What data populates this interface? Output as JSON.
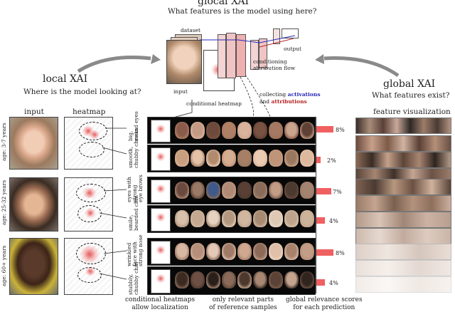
{
  "header": {
    "title": "glocal XAI",
    "subtitle": "What features is the model using here?"
  },
  "local": {
    "title": "local XAI",
    "subtitle": "Where is the model looking at?"
  },
  "global": {
    "title": "global XAI",
    "subtitle": "What features exist?"
  },
  "network": {
    "dataset": "dataset",
    "input": "input",
    "output": "output",
    "conditional_heatmap": "conditional heatmap",
    "conditioning_flow": "conditioning\nattribution flow",
    "collecting_prefix": "collecting",
    "collecting_activations": "activations",
    "collecting_and": "and",
    "collecting_attributions": "attributions"
  },
  "columns": {
    "input": "input",
    "heatmap": "heatmap",
    "feature_visualization": "feature visualization"
  },
  "ages": [
    "age: 3-7 years",
    "age: 25-32 years",
    "age: 60+ years"
  ],
  "concepts": [
    {
      "label": "big,\nround eyes",
      "pct": "8%",
      "value": 8
    },
    {
      "label": "smooth,\nchubby cheeks",
      "pct": "2%",
      "value": 2
    },
    {
      "label": "eyes with\nstrong\neye brows",
      "pct": "7%",
      "value": 7
    },
    {
      "label": "smile,\nbearded chin",
      "pct": "4%",
      "value": 4
    },
    {
      "label": "wrinkled\nface with\nstrong nose",
      "pct": "8%",
      "value": 8
    },
    {
      "label": "stubbly,\nchubby chin",
      "pct": "4%",
      "value": 4
    }
  ],
  "bottom": {
    "left": "conditional heatmaps\nallow localization",
    "middle": "only relevant parts\nof reference samples",
    "right": "global relevance scores\nfor each prediction"
  },
  "colors": {
    "activations": "#2b2bb8",
    "attributions": "#b52626",
    "bar": "#f06060"
  }
}
